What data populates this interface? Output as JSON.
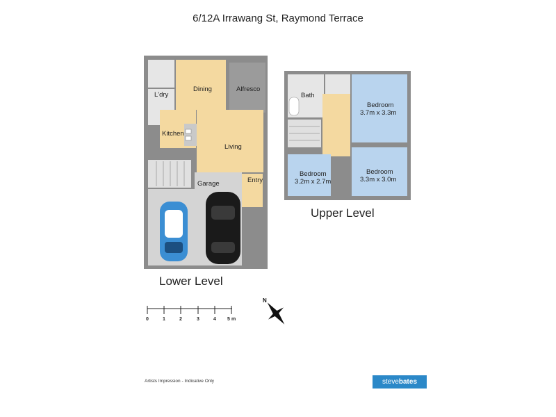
{
  "title": "6/12A Irrawang St, Raymond Terrace",
  "lower_level": {
    "label": "Lower Level",
    "rooms": {
      "laundry": "L'dry",
      "dining": "Dining",
      "alfresco": "Alfresco",
      "kitchen": "Kitchen",
      "living": "Living",
      "garage": "Garage",
      "entry": "Entry"
    }
  },
  "upper_level": {
    "label": "Upper Level",
    "rooms": {
      "bath": "Bath",
      "bedroom1_name": "Bedroom",
      "bedroom1_size": "3.7m x 3.3m",
      "bedroom2_name": "Bedroom",
      "bedroom2_size": "3.2m x 2.7m",
      "bedroom3_name": "Bedroom",
      "bedroom3_size": "3.3m x 3.0m"
    }
  },
  "scale": {
    "ticks": [
      "0",
      "1",
      "2",
      "3",
      "4",
      "5"
    ],
    "unit": "m"
  },
  "compass": {
    "north_letter": "N"
  },
  "footer": {
    "disclaimer": "Artists Impression - Indicative Only",
    "logo_part1": "steve",
    "logo_part2": "bates"
  },
  "colors": {
    "wall": "#8c8c8c",
    "floor_living": "#f4d9a0",
    "floor_bedroom": "#b9d4ee",
    "floor_grey": "#d4d4d4",
    "floor_wet": "#e6e6e6",
    "alfresco": "#9b9b9b",
    "logo": "#2b88c8"
  }
}
